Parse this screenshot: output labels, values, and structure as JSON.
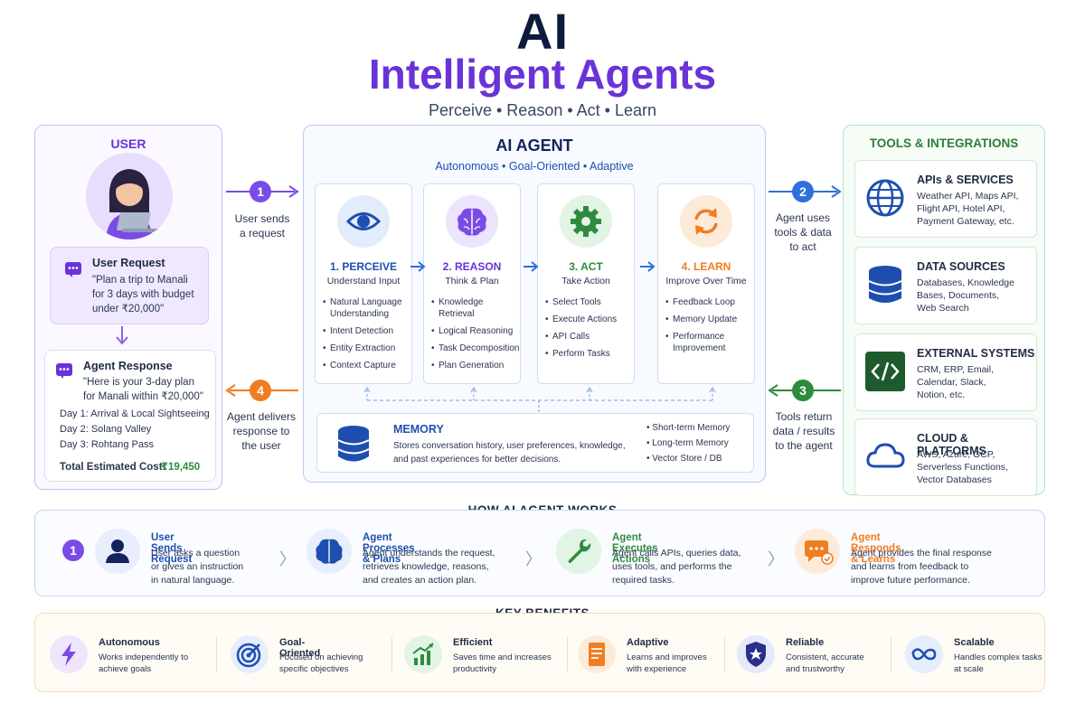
{
  "header": {
    "title_short": "AI",
    "title_main": "Intelligent Agents",
    "subtitle": "Perceive  •  Reason  •  Act  •  Learn"
  },
  "user": {
    "title": "USER",
    "request_title": "User Request",
    "request_text": "\"Plan a trip to Manali\nfor 3 days with budget\nunder ₹20,000\"",
    "response_title": "Agent Response",
    "response_text": "\"Here is your 3-day plan\nfor Manali within ₹20,000\"",
    "days": [
      "Day 1: Arrival & Local Sightseeing",
      "Day 2: Solang Valley",
      "Day 3: Rohtang Pass"
    ],
    "total_label": "Total Estimated Cost:",
    "total_value": "₹19,450"
  },
  "steps": {
    "s1": {
      "num": "1",
      "label": "User sends\na request"
    },
    "s2": {
      "num": "2",
      "label": "Agent uses\ntools & data\nto act"
    },
    "s3": {
      "num": "3",
      "label": "Tools return\ndata / results\nto the agent"
    },
    "s4": {
      "num": "4",
      "label": "Agent delivers\nresponse to\nthe user"
    }
  },
  "agent": {
    "title": "AI AGENT",
    "subtitle": "Autonomous  •  Goal-Oriented  •  Adaptive",
    "stages": [
      {
        "title": "1. PERCEIVE",
        "sub": "Understand Input",
        "items": [
          "Natural Language\nUnderstanding",
          "Intent Detection",
          "Entity Extraction",
          "Context Capture"
        ],
        "icon": "eye-icon"
      },
      {
        "title": "2. REASON",
        "sub": "Think & Plan",
        "items": [
          "Knowledge Retrieval",
          "Logical Reasoning",
          "Task Decomposition",
          "Plan Generation"
        ],
        "icon": "brain-icon"
      },
      {
        "title": "3. ACT",
        "sub": "Take Action",
        "items": [
          "Select Tools",
          "Execute Actions",
          "API Calls",
          "Perform Tasks"
        ],
        "icon": "gear-icon"
      },
      {
        "title": "4. LEARN",
        "sub": "Improve Over Time",
        "items": [
          "Feedback Loop",
          "Memory Update",
          "Performance\nImprovement"
        ],
        "icon": "refresh-icon"
      }
    ],
    "memory": {
      "title": "MEMORY",
      "desc": "Stores conversation history, user preferences, knowledge,\nand past experiences for better decisions.",
      "items": [
        "Short-term Memory",
        "Long-term Memory",
        "Vector Store / DB"
      ]
    }
  },
  "tools": {
    "title": "TOOLS & INTEGRATIONS",
    "items": [
      {
        "title": "APIs & SERVICES",
        "desc": "Weather API, Maps API,\nFlight API, Hotel API,\nPayment Gateway, etc."
      },
      {
        "title": "DATA SOURCES",
        "desc": "Databases, Knowledge\nBases, Documents,\nWeb Search"
      },
      {
        "title": "EXTERNAL SYSTEMS",
        "desc": "CRM, ERP, Email,\nCalendar, Slack,\nNotion, etc."
      },
      {
        "title": "CLOUD & PLATFORMS",
        "desc": "AWS, Azure, GCP,\nServerless Functions,\nVector Databases"
      }
    ]
  },
  "how": {
    "title": "HOW AI AGENT WORKS",
    "step_num": "1",
    "items": [
      {
        "title": "User Sends Request",
        "desc": "User asks a question\nor gives an instruction\nin natural language."
      },
      {
        "title": "Agent Processes & Plans",
        "desc": "Agent understands the request,\nretrieves knowledge, reasons,\nand creates an action plan."
      },
      {
        "title": "Agent Executes Actions",
        "desc": "Agent calls APIs, queries data,\nuses tools, and performs the\nrequired tasks."
      },
      {
        "title": "Agent Responds & Learns",
        "desc": "Agent provides the final response\nand learns from feedback to\nimprove future performance."
      }
    ],
    "sep": "〉"
  },
  "benefits": {
    "title": "KEY BENEFITS",
    "items": [
      {
        "title": "Autonomous",
        "desc": "Works independently to\nachieve goals"
      },
      {
        "title": "Goal-Oriented",
        "desc": "Focused on achieving\nspecific objectives"
      },
      {
        "title": "Efficient",
        "desc": "Saves time and increases\nproductivity"
      },
      {
        "title": "Adaptive",
        "desc": "Learns and improves\nwith experience"
      },
      {
        "title": "Reliable",
        "desc": "Consistent, accurate\nand trustworthy"
      },
      {
        "title": "Scalable",
        "desc": "Handles complex tasks\nat scale"
      }
    ]
  },
  "colors": {
    "purple": "#6a33d8",
    "blue": "#2f6fdc",
    "green": "#2e8b3e",
    "orange": "#ef7d22"
  }
}
